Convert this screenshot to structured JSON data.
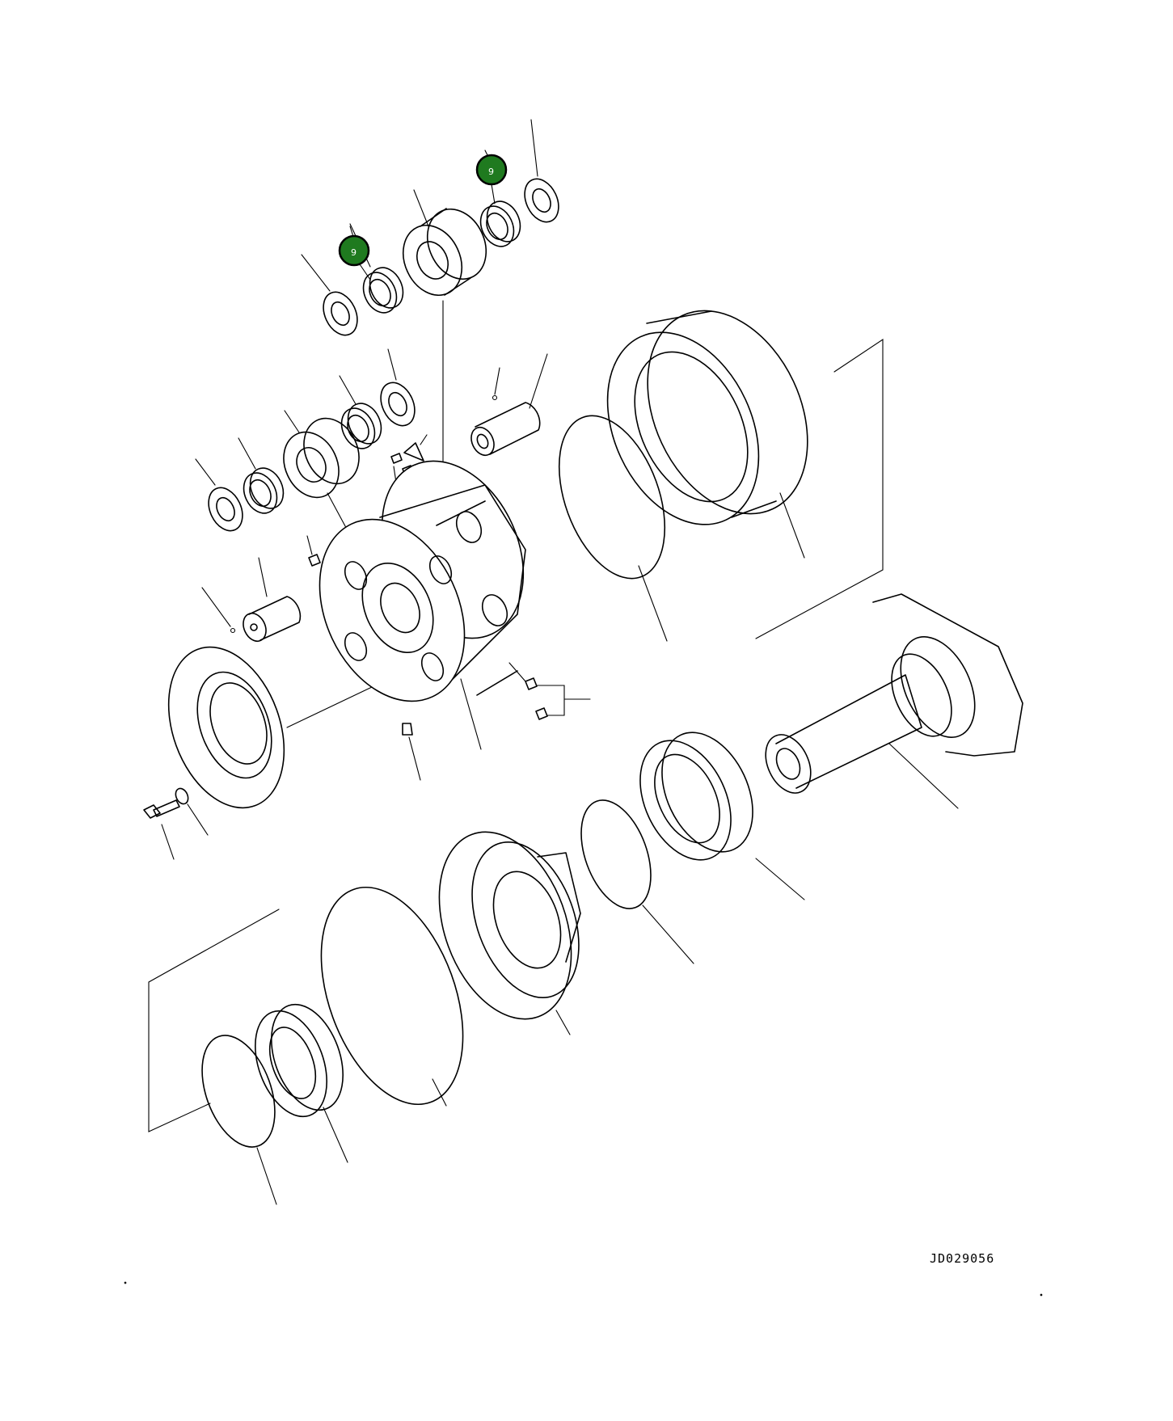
{
  "drawing_number": "JD029056",
  "callouts": [
    {
      "label": "9",
      "color": "#1f7a1f"
    },
    {
      "label": "9",
      "color": "#1f7a1f"
    }
  ]
}
